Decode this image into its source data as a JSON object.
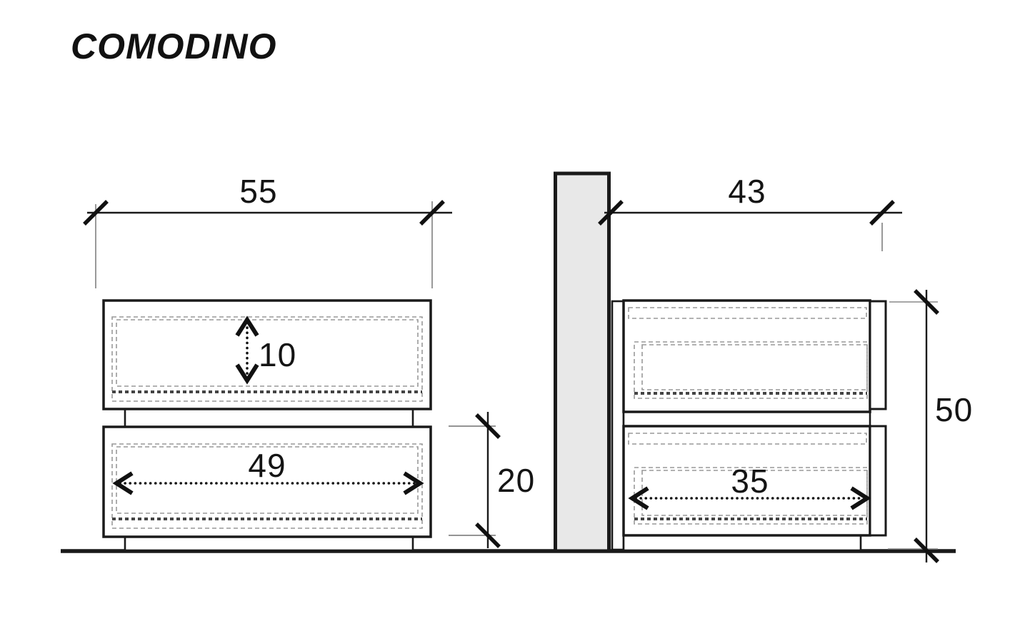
{
  "title": "COMODINO",
  "colors": {
    "line": "#1a1a1a",
    "hidden_line": "#999999",
    "heavy_hidden_line": "#444444",
    "wall_fill": "#e8e8e8",
    "background": "#ffffff"
  },
  "views": {
    "front": {
      "dimensions": {
        "overall_width": "55",
        "top_drawer_height": "10",
        "drawer_inner_width": "49",
        "bottom_drawer_height": "20"
      }
    },
    "side": {
      "dimensions": {
        "overall_depth": "43",
        "drawer_inner_depth": "35",
        "overall_height": "50"
      }
    }
  }
}
